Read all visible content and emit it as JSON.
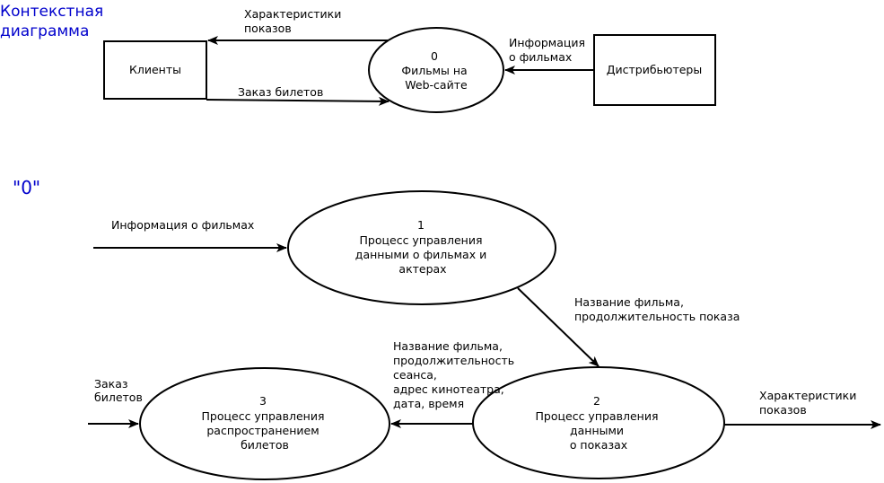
{
  "headings": {
    "context": [
      "Контекстная",
      "диаграмма"
    ],
    "level0": "\"0\""
  },
  "context": {
    "process": {
      "id": "0",
      "name": [
        "Фильмы на",
        "Web-сайте"
      ]
    },
    "entities": {
      "clients": "Клиенты",
      "distributors": "Дистрибьютеры"
    },
    "flows": {
      "show_characteristics": [
        "Характеристики",
        "показов"
      ],
      "ticket_order": "Заказ билетов",
      "film_info": [
        "Информация",
        "о фильмах"
      ]
    }
  },
  "level0": {
    "processes": {
      "p1": {
        "id": "1",
        "name": [
          "Процесс управления",
          "данными о фильмах и",
          "актерах"
        ]
      },
      "p2": {
        "id": "2",
        "name": [
          "Процесс управления",
          "данными",
          "о показах"
        ]
      },
      "p3": {
        "id": "3",
        "name": [
          "Процесс управления",
          "распространением",
          "билетов"
        ]
      }
    },
    "flows": {
      "film_info_in": "Информация о фильмах",
      "p1_to_p2": [
        "Название фильма,",
        "продолжительность показа"
      ],
      "p2_to_p3": [
        "Название фильма,",
        "продолжительность",
        "сеанса,",
        "адрес кинотеатра,",
        "дата, время"
      ],
      "ticket_order_in": [
        "Заказ",
        "билетов"
      ],
      "show_characteristics_out": [
        "Характеристики",
        "показов"
      ]
    }
  }
}
